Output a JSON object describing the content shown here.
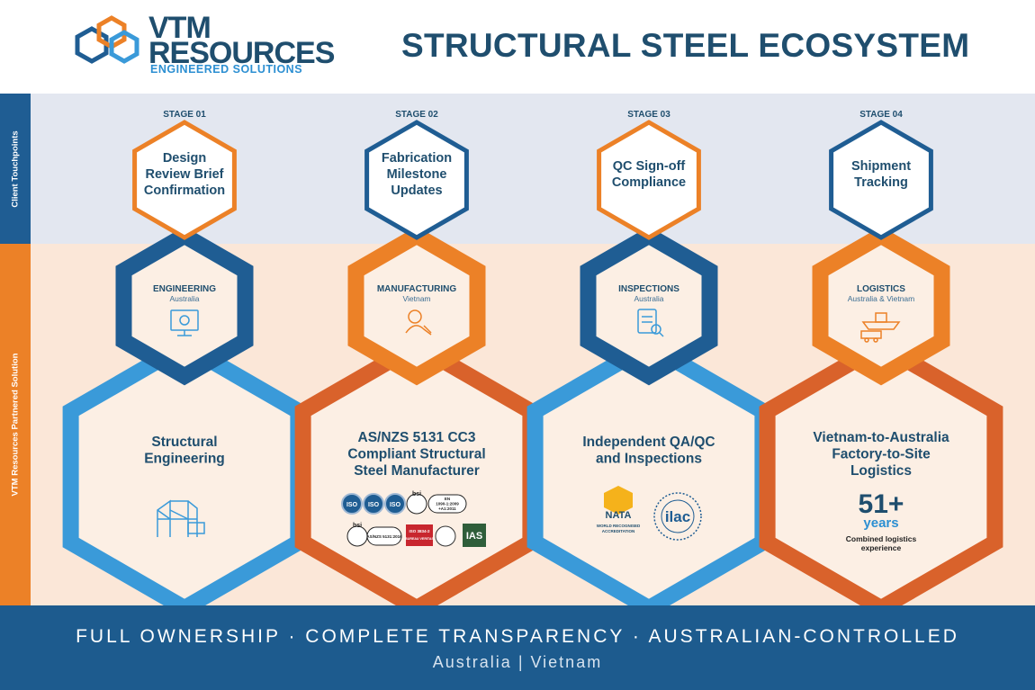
{
  "brand": {
    "line1": "VTM",
    "line2": "RESOURCES",
    "tagline": "ENGINEERED SOLUTIONS"
  },
  "title": "STRUCTURAL STEEL ECOSYSTEM",
  "side_labels": {
    "top": "Client Touchpoints",
    "bottom": "VTM Resources Partnered Solution"
  },
  "colors": {
    "navy": "#1f4e6e",
    "blue": "#1f5d93",
    "light_blue": "#3a9ad9",
    "orange": "#ec8127",
    "dark_orange": "#d9622b",
    "top_band": "#e3e7f0",
    "mid_band": "#fbe7d8",
    "footer": "#1d5b8e"
  },
  "stages": [
    {
      "stage": "STAGE 01",
      "touchpoint": [
        "Design",
        "Review Brief",
        "Confirmation"
      ],
      "service_title": "ENGINEERING",
      "service_location": "Australia",
      "service_icon": "monitor-gear-icon",
      "solution": [
        "Structural",
        "Engineering"
      ],
      "solution_icon": "steel-frame-icon"
    },
    {
      "stage": "STAGE 02",
      "touchpoint": [
        "Fabrication",
        "Milestone",
        "Updates"
      ],
      "service_title": "MANUFACTURING",
      "service_location": "Vietnam",
      "service_icon": "welder-icon",
      "solution": [
        "AS/NZS 5131 CC3",
        "Compliant Structural",
        "Steel Manufacturer"
      ],
      "badges_row1": [
        "ISO",
        "ISO",
        "ISO",
        "bsi"
      ],
      "badge_cert_text": [
        "EN",
        "1090-1:2009",
        "+A1:2011"
      ],
      "badges_row2": [
        "bsi",
        "AS/NZS 5131:2016",
        "ISO 3834-2",
        "IAS"
      ],
      "badge_bureau_text": [
        "BUREAU VERITAS"
      ]
    },
    {
      "stage": "STAGE 03",
      "touchpoint": [
        "QC Sign-off",
        "Compliance"
      ],
      "service_title": "INSPECTIONS",
      "service_location": "Australia",
      "service_icon": "checklist-icon",
      "solution": [
        "Independent QA/QC",
        "and Inspections"
      ],
      "logos": [
        "NATA",
        "ilac"
      ],
      "nata_sub": [
        "WORLD RECOGNISED",
        "ACCREDITATION"
      ]
    },
    {
      "stage": "STAGE 04",
      "touchpoint": [
        "Shipment",
        "Tracking"
      ],
      "service_title": "LOGISTICS",
      "service_location": "Australia & Vietnam",
      "service_icon": "ship-truck-icon",
      "solution": [
        "Vietnam-to-Australia",
        "Factory-to-Site",
        "Logistics"
      ],
      "stat_value": "51+",
      "stat_unit": "years",
      "stat_caption": [
        "Combined logistics",
        "experience"
      ]
    }
  ],
  "footer": {
    "tagline": "FULL OWNERSHIP · COMPLETE TRANSPARENCY · AUSTRALIAN-CONTROLLED",
    "locations": "Australia | Vietnam"
  }
}
